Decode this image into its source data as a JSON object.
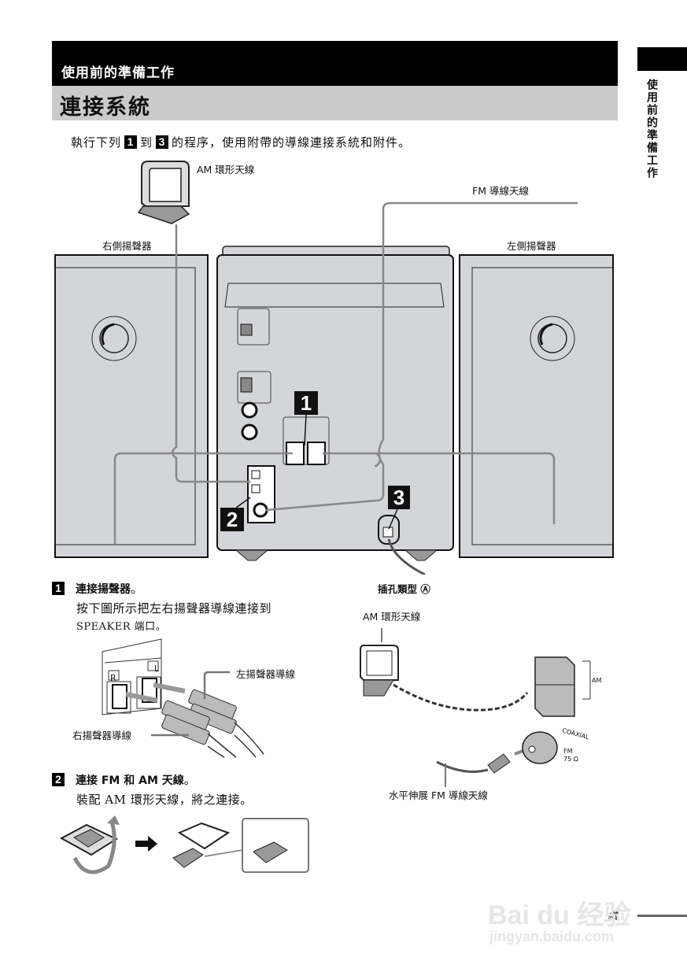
{
  "header": {
    "section": "使用前的準備工作",
    "title": "連接系統",
    "side_tab": "使用前的準備工作"
  },
  "intro": {
    "prefix": "執行下列",
    "step_from": "1",
    "middle": "到",
    "step_to": "3",
    "suffix": "的程序，使用附帶的導線連接系統和附件。"
  },
  "main_diagram": {
    "am_loop_label": "AM 環形天線",
    "fm_wire_label": "FM 導線天線",
    "right_speaker_label": "右側揚聲器",
    "left_speaker_label": "左側揚聲器",
    "callouts": [
      "1",
      "2",
      "3"
    ]
  },
  "step1": {
    "number": "1",
    "heading": "連接揚聲器",
    "heading_end": "。",
    "body_line1": "按下圖所示把左右揚聲器導線連接到",
    "body_line2": "SPEAKER 端口。",
    "label_left_cord": "左揚聲器導線",
    "label_right_cord": "右揚聲器導線",
    "port_r": "R",
    "port_l": "L"
  },
  "step2": {
    "number": "2",
    "heading": "連接 FM 和 AM 天線",
    "heading_end": "。",
    "body": "裝配 AM 環形天線，將之連接。"
  },
  "jack_type": {
    "heading": "插孔類型 Ⓐ",
    "am_loop_label": "AM 環形天線",
    "am_terminal_label": "AM",
    "coaxial_label": "COAXIAL",
    "fm_label": "FM",
    "ohm_label": "75 Ω",
    "fm_wire_label": "水平伸展 FM 導線天線"
  },
  "footer": {
    "page_fragment": "續",
    "watermark_logo": "Bai du 经验",
    "watermark_url": "jingyan.baidu.com"
  }
}
